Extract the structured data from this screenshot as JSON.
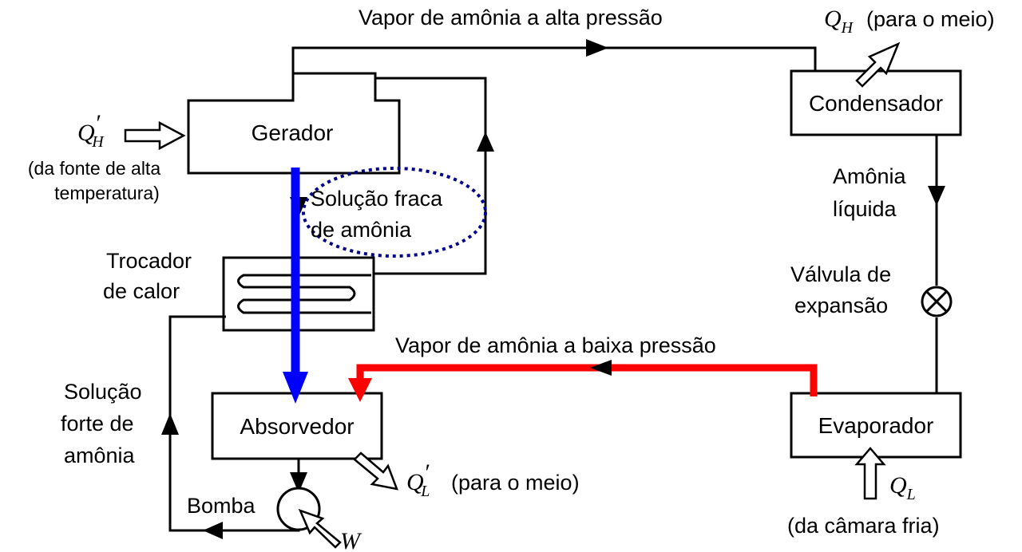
{
  "colors": {
    "line": "#000000",
    "weak_solution_arrow": "#0000ff",
    "low_pressure_vapor_arrow": "#ff0000",
    "dotted_outline": "#00008b"
  },
  "labels": {
    "high_pressure_vapor": "Vapor de amônia a alta pressão",
    "low_pressure_vapor": "Vapor de amônia a baixa pressão",
    "qh_note": "(para o meio)",
    "qh_prime_note_line1": "(da fonte de alta",
    "qh_prime_note_line2": "temperatura)",
    "weak_solution_line1": "Solução fraca",
    "weak_solution_line2": "de amônia",
    "heat_exchanger_line1": "Trocador",
    "heat_exchanger_line2": "de calor",
    "strong_solution_line1": "Solução",
    "strong_solution_line2": "forte de",
    "strong_solution_line3": "amônia",
    "pump": "Bomba",
    "ql_prime_note": "(para o meio)",
    "liquid_ammonia_line1": "Amônia",
    "liquid_ammonia_line2": "líquida",
    "expansion_valve_line1": "Válvula de",
    "expansion_valve_line2": "expansão",
    "ql_note": "(da câmara fria)"
  },
  "boxes": {
    "generator": "Gerador",
    "condenser": "Condensador",
    "absorber": "Absorvedor",
    "evaporator": "Evaporador"
  },
  "symbols": {
    "Q": "Q",
    "H": "H",
    "L": "L",
    "prime": "′",
    "W": "W"
  }
}
